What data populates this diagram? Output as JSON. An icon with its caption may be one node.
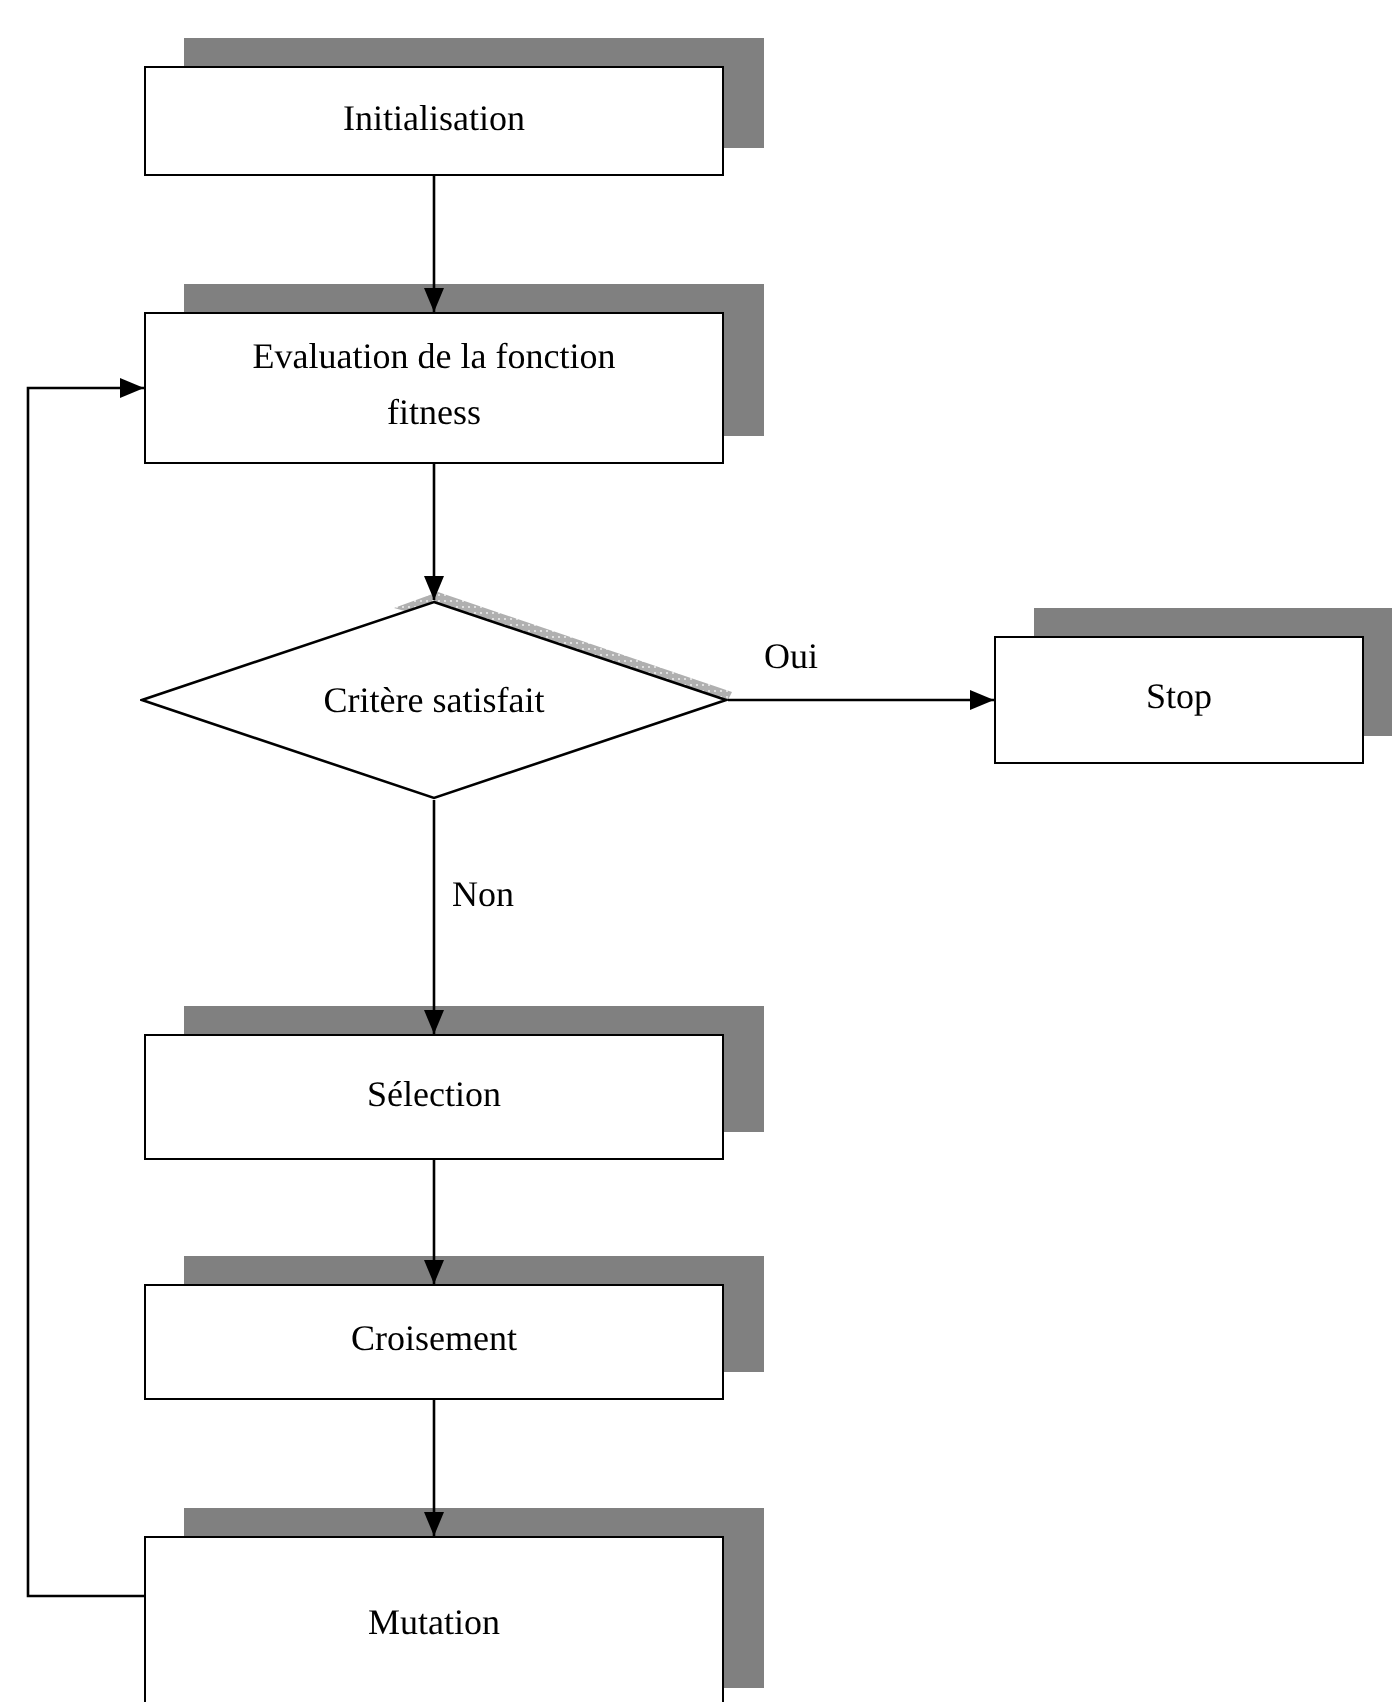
{
  "diagram": {
    "nodes": [
      {
        "text": [
          "Initialisation"
        ]
      },
      {
        "text": [
          "Evaluation de la fonction fitness"
        ]
      },
      {
        "text": [
          "Critère satisfait"
        ]
      },
      {
        "text": [
          "Stop"
        ]
      },
      {
        "text": [
          "Sélection"
        ]
      },
      {
        "text": [
          "Croisement"
        ]
      },
      {
        "text": [
          "Mutation"
        ]
      }
    ],
    "edges": [
      {
        "from": 0,
        "to": 1,
        "arrow": "to"
      },
      {
        "from": 1,
        "to": 2,
        "arrow": "to"
      },
      {
        "from": 2,
        "to": 3,
        "arrow": "to",
        "label": "Oui"
      },
      {
        "from": 2,
        "to": 4,
        "arrow": "to",
        "label": "Non"
      },
      {
        "from": 4,
        "to": 5,
        "arrow": "to"
      },
      {
        "from": 5,
        "to": 6,
        "arrow": "to"
      },
      {
        "from": 6,
        "to": 1,
        "arrow": "to"
      }
    ]
  }
}
